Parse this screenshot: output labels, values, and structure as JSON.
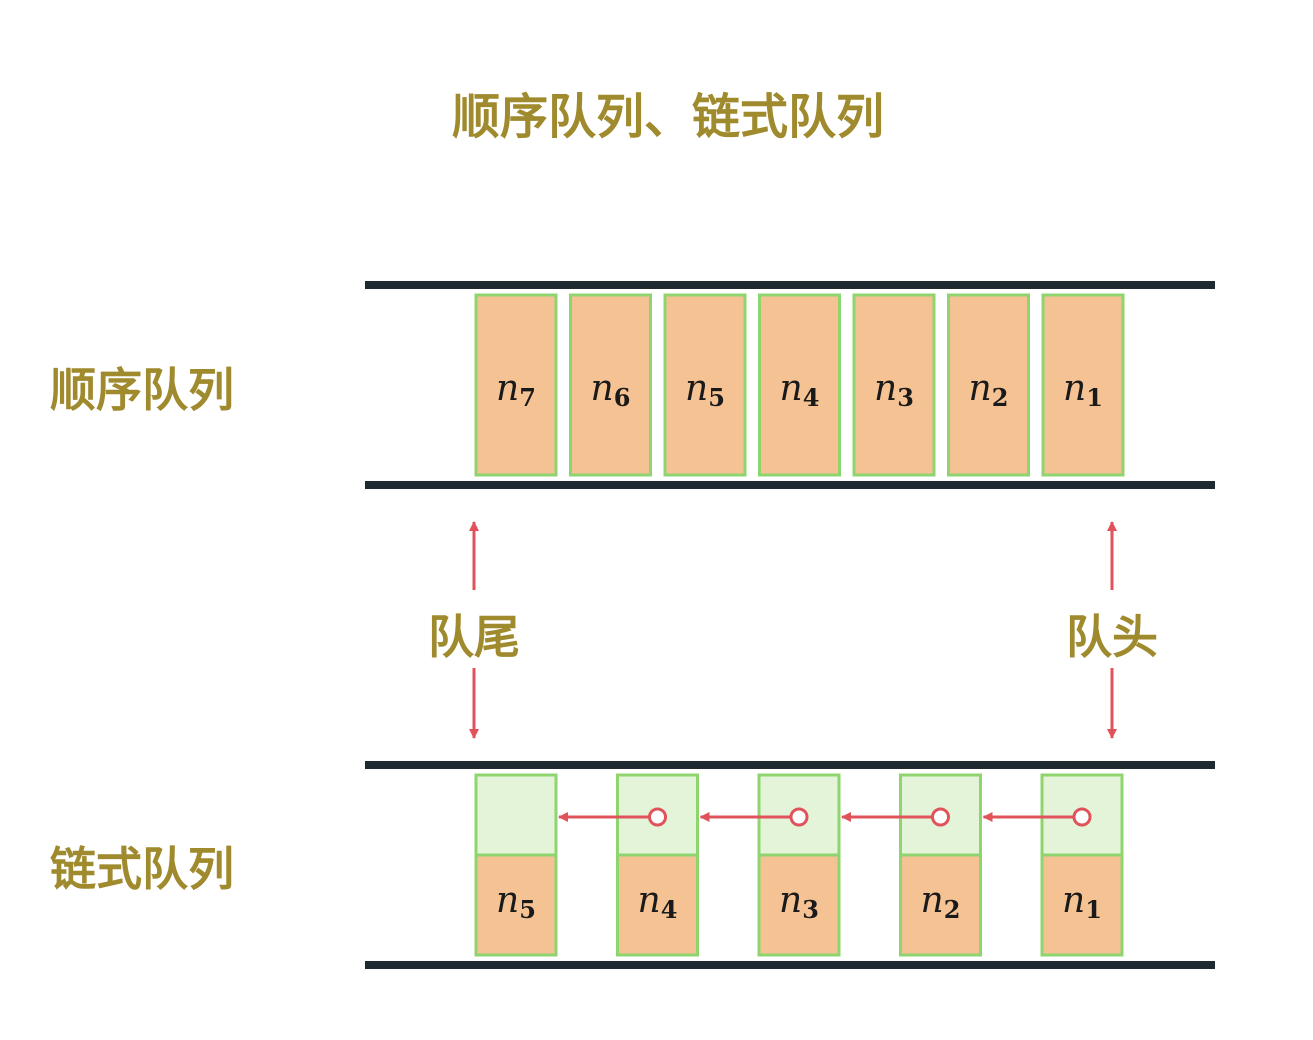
{
  "title": "顺序队列、链式队列",
  "sequential": {
    "label": "顺序队列",
    "cells": [
      {
        "letter": "n",
        "sub": "7"
      },
      {
        "letter": "n",
        "sub": "6"
      },
      {
        "letter": "n",
        "sub": "5"
      },
      {
        "letter": "n",
        "sub": "4"
      },
      {
        "letter": "n",
        "sub": "3"
      },
      {
        "letter": "n",
        "sub": "2"
      },
      {
        "letter": "n",
        "sub": "1"
      }
    ]
  },
  "pointers": {
    "tail": "队尾",
    "head": "队头"
  },
  "linked": {
    "label": "链式队列",
    "nodes": [
      {
        "letter": "n",
        "sub": "5"
      },
      {
        "letter": "n",
        "sub": "4"
      },
      {
        "letter": "n",
        "sub": "3"
      },
      {
        "letter": "n",
        "sub": "2"
      },
      {
        "letter": "n",
        "sub": "1"
      }
    ]
  },
  "colors": {
    "label": "#a08a2e",
    "rail": "#1f2a30",
    "cell_fill": "#f5c293",
    "cell_stroke": "#8fd56f",
    "next_fill": "#e3f4d9",
    "arrow": "#e0535a"
  }
}
